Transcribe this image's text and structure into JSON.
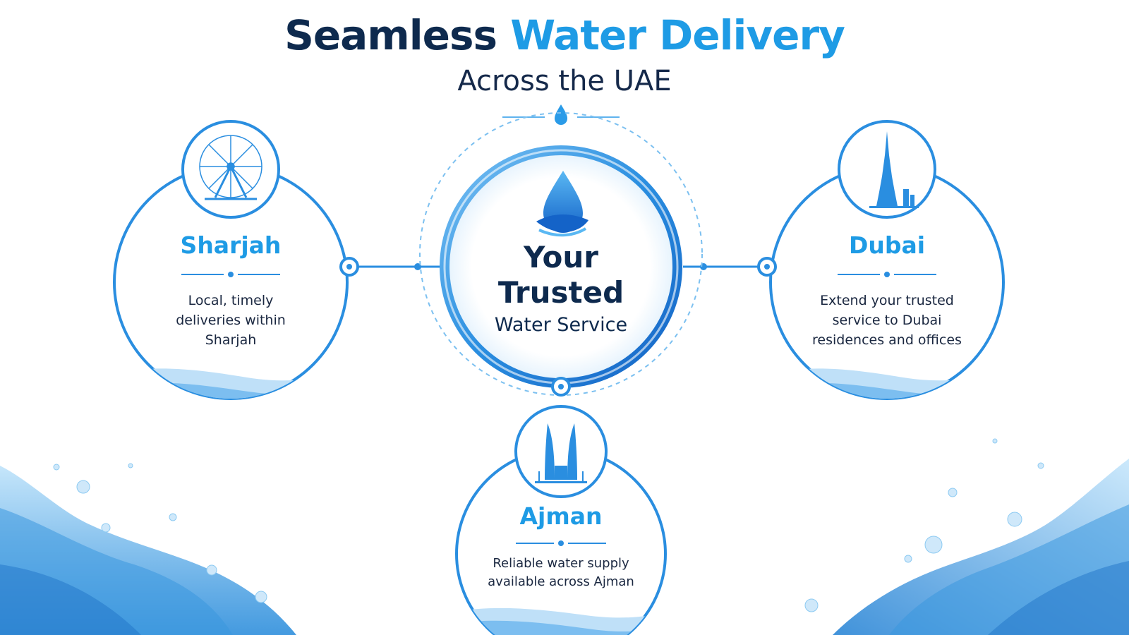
{
  "heading": {
    "title_part1": "Seamless",
    "title_part2": "Water Delivery",
    "subtitle": "Across the UAE"
  },
  "center": {
    "line1": "Your",
    "line2": "Trusted",
    "line3": "Water Service",
    "icon": "water-drop-wave-icon"
  },
  "regions": [
    {
      "id": "sharjah",
      "name": "Sharjah",
      "desc": [
        "Local, timely",
        "deliveries within",
        "Sharjah"
      ],
      "icon": "ferris-wheel-icon"
    },
    {
      "id": "dubai",
      "name": "Dubai",
      "desc": [
        "Extend your trusted",
        "service to Dubai",
        "residences and offices"
      ],
      "icon": "burj-khalifa-icon"
    },
    {
      "id": "ajman",
      "name": "Ajman",
      "desc": [
        "Reliable water supply",
        "available across Ajman"
      ],
      "icon": "twin-towers-icon"
    }
  ],
  "colors": {
    "dark_navy": "#0e2a4e",
    "accent_blue": "#1e9be5",
    "ring_blue": "#2a8ee0",
    "water_light": "#cfe8fa"
  }
}
